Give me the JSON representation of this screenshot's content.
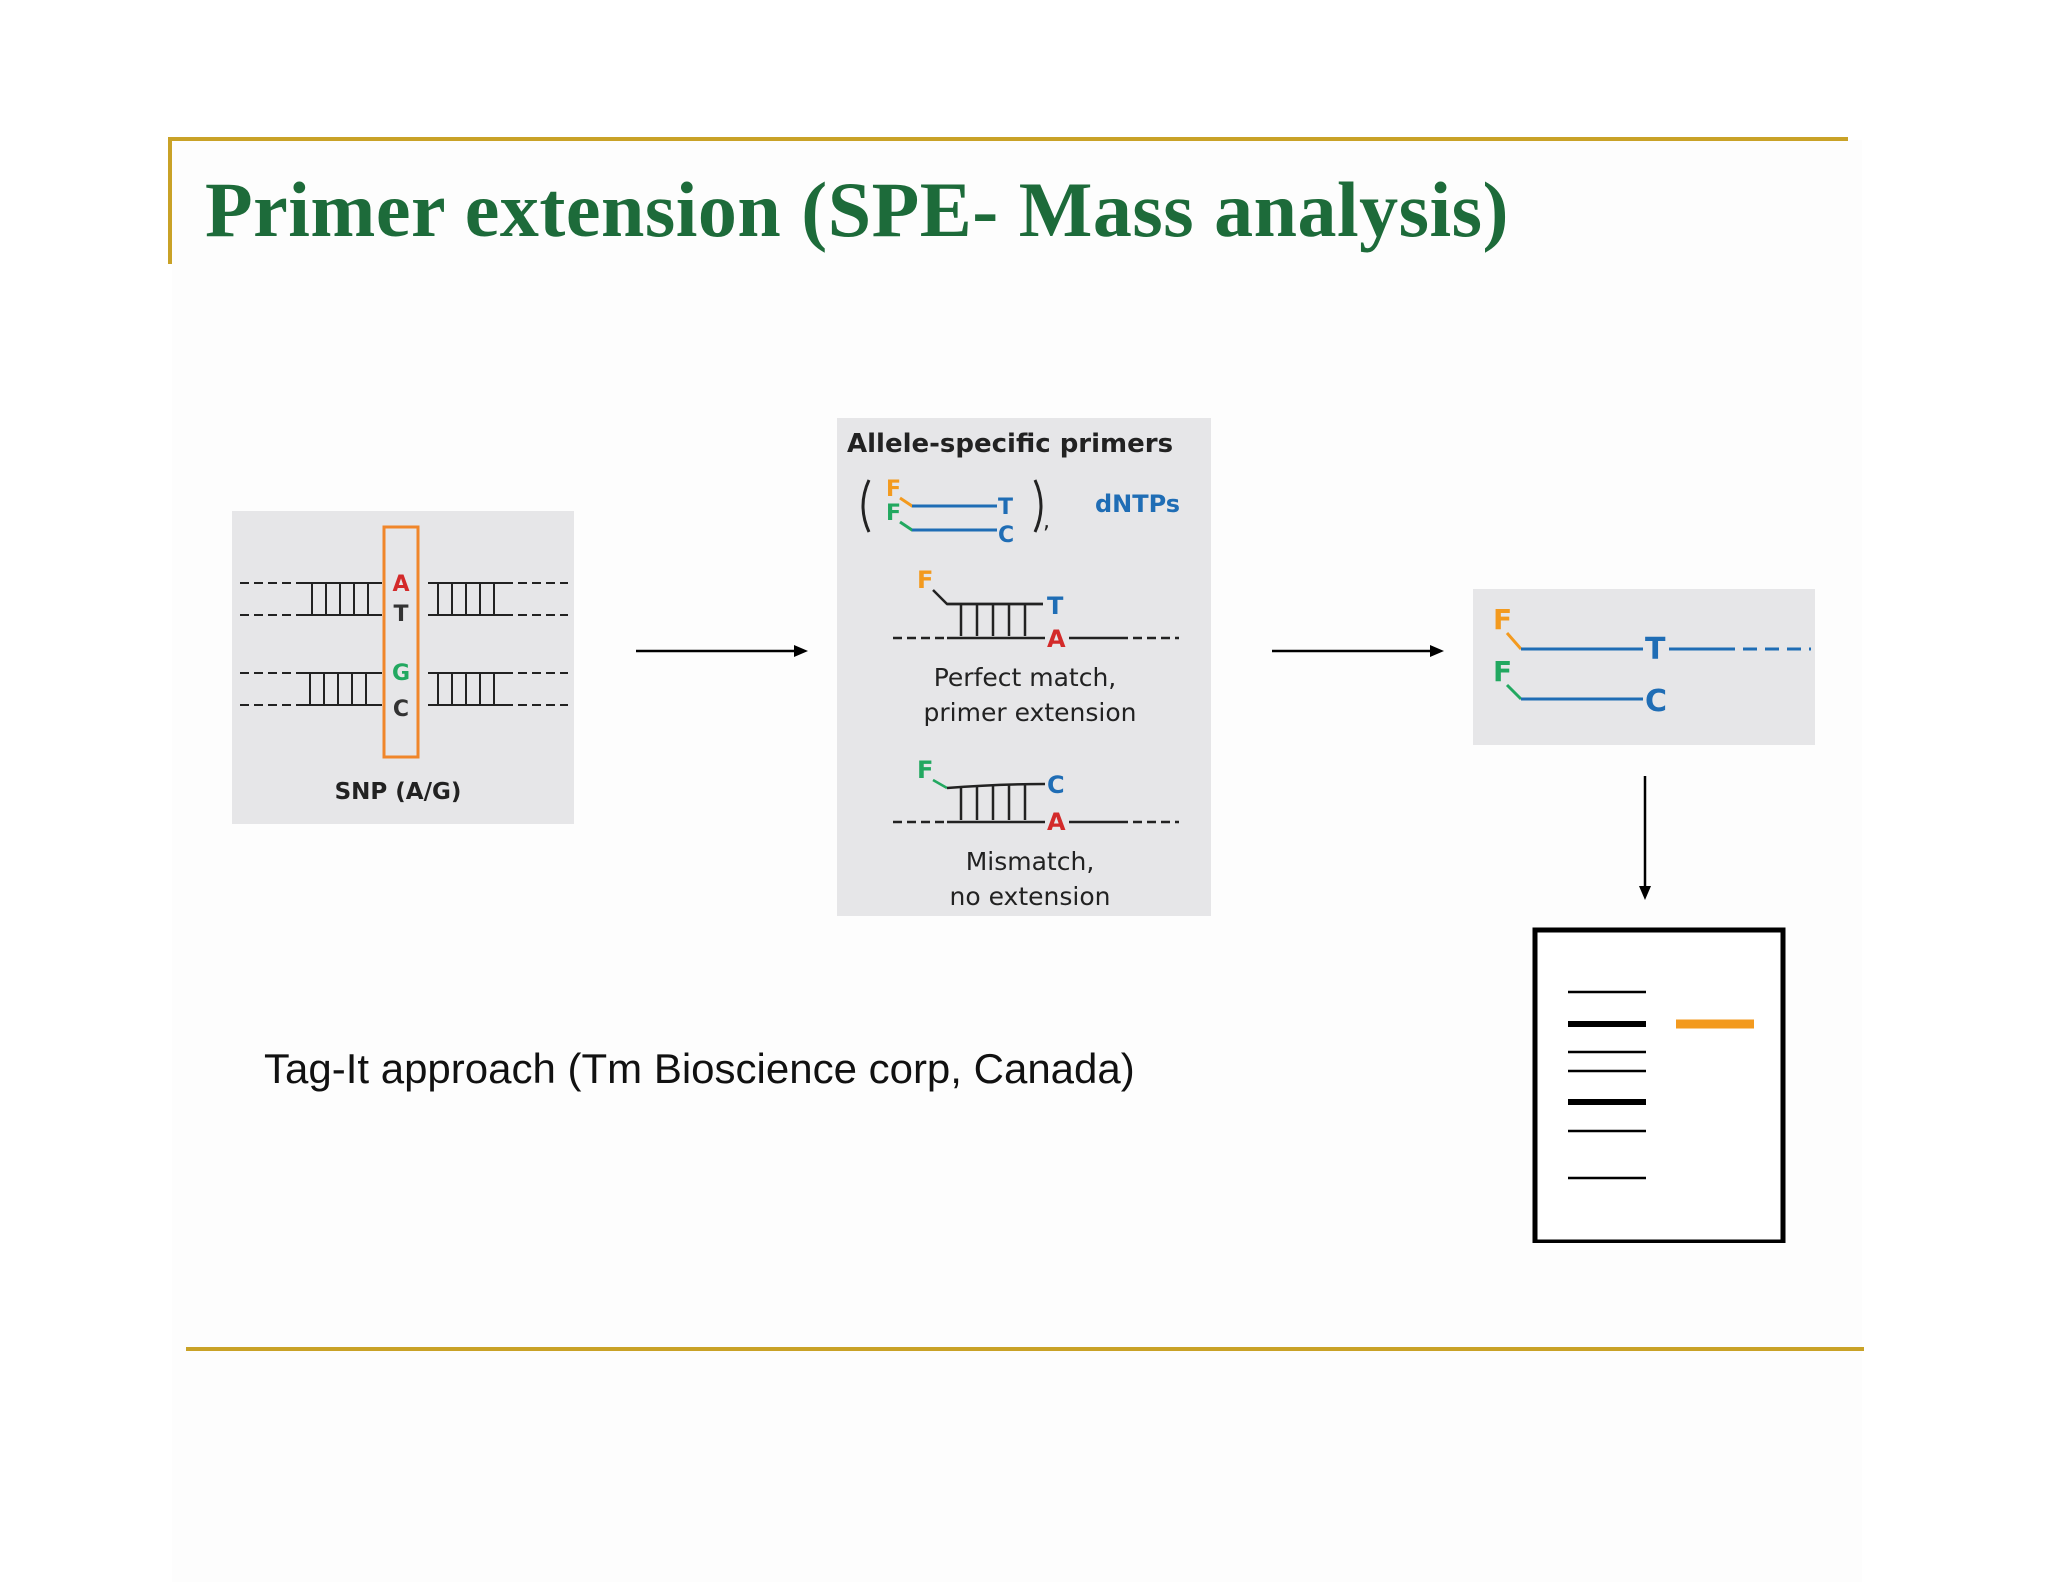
{
  "slide": {
    "title": "Primer extension (SPE- Mass analysis)",
    "caption": "Tag-It approach (Tm Bioscience corp, Canada)"
  },
  "panel_snp": {
    "base_top_1": "A",
    "base_top_2": "T",
    "base_bottom_1": "G",
    "base_bottom_2": "C",
    "label": "SNP (A/G)"
  },
  "panel_primers": {
    "heading": "Allele-specific primers",
    "primer_tag_1": "F",
    "primer_tag_2": "F",
    "primer_end_1": "T",
    "primer_end_2": "C",
    "dntps": "dNTPs",
    "match_tag": "F",
    "match_end": "T",
    "match_template": "A",
    "match_label_1": "Perfect match,",
    "match_label_2": "primer extension",
    "mismatch_tag": "F",
    "mismatch_end": "C",
    "mismatch_template": "A",
    "mismatch_label_1": "Mismatch,",
    "mismatch_label_2": "no extension"
  },
  "panel_product": {
    "tag_1": "F",
    "tag_2": "F",
    "end_1": "T",
    "end_2": "C"
  },
  "colors": {
    "title_green": "#1d6b3a",
    "rule_gold": "#c9a227",
    "red_base": "#d32a2a",
    "green_base": "#22a860",
    "orange_tag": "#f39a1e",
    "blue_strand": "#1f6db5",
    "snp_box": "#f0862a"
  }
}
